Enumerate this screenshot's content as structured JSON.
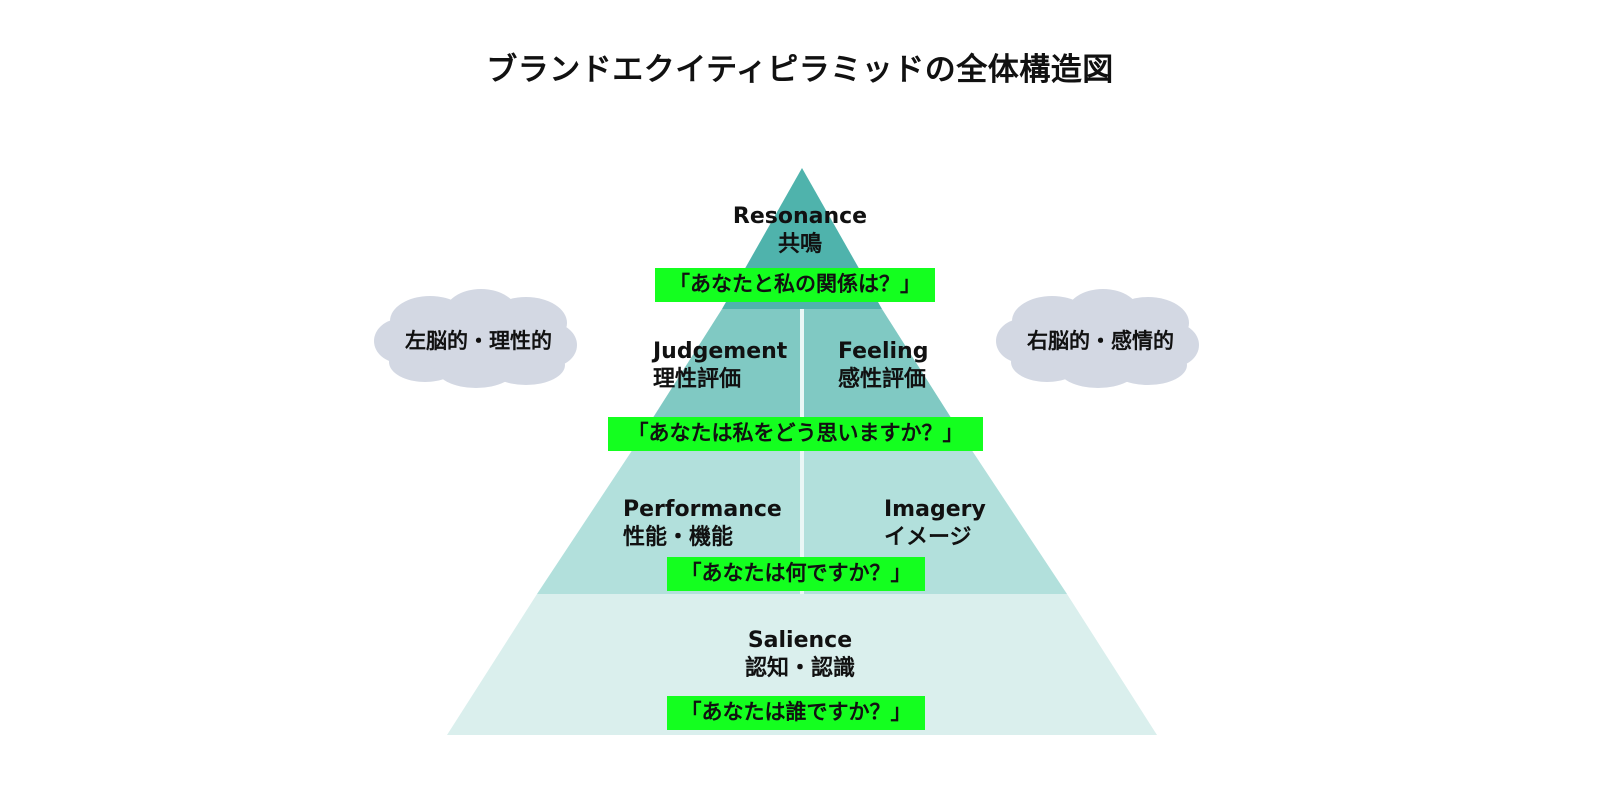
{
  "title": "ブランドエクイティピラミッドの全体構造図",
  "colors": {
    "top": "#4fb3ac",
    "upper": "#80c9c3",
    "middle": "#b2e0dc",
    "bottom": "#daefed",
    "question_bg": "#14ff1f",
    "cloud": "#d3d8e3"
  },
  "layers": {
    "resonance": {
      "en": "Resonance",
      "ja": "共鳴"
    },
    "judgement": {
      "en": "Judgement",
      "ja": "理性評価"
    },
    "feeling": {
      "en": "Feeling",
      "ja": "感性評価"
    },
    "performance": {
      "en": "Performance",
      "ja": "性能・機能"
    },
    "imagery": {
      "en": "Imagery",
      "ja": "イメージ"
    },
    "salience": {
      "en": "Salience",
      "ja": "認知・認識"
    }
  },
  "questions": {
    "resonance": "「あなたと私の関係は？」",
    "judgement_feeling": "「あなたは私をどう思いますか？」",
    "performance_imagery": "「あなたは何ですか？」",
    "salience": "「あなたは誰ですか？」"
  },
  "clouds": {
    "left": "左脳的・理性的",
    "right": "右脳的・感情的"
  }
}
